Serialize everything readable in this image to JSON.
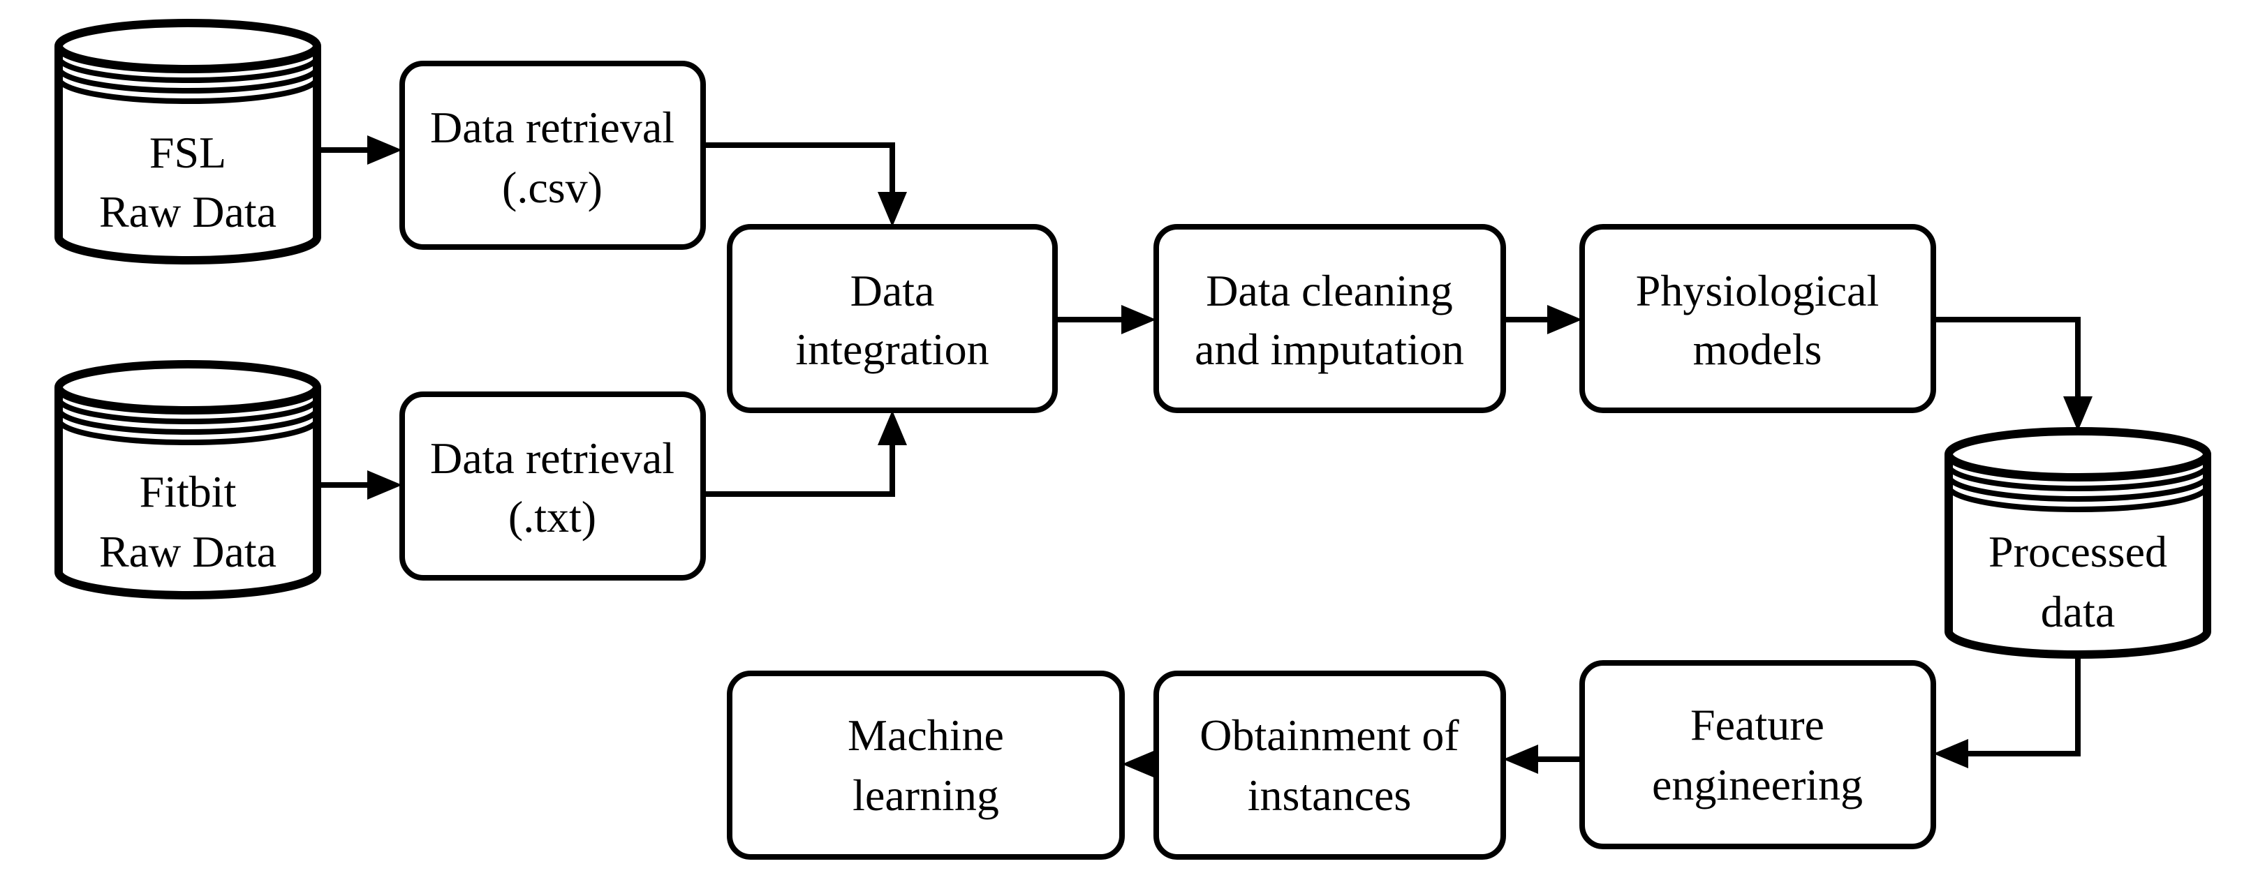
{
  "nodes": {
    "fsl_raw": {
      "line1": "FSL",
      "line2": "Raw Data"
    },
    "fitbit_raw": {
      "line1": "Fitbit",
      "line2": "Raw Data"
    },
    "retrieval_csv": {
      "line1": "Data retrieval",
      "line2": "(.csv)"
    },
    "retrieval_txt": {
      "line1": "Data retrieval",
      "line2": "(.txt)"
    },
    "integration": {
      "line1": "Data",
      "line2": "integration"
    },
    "cleaning": {
      "line1": "Data cleaning",
      "line2": "and imputation"
    },
    "physio": {
      "line1": "Physiological",
      "line2": "models"
    },
    "processed": {
      "line1": "Processed",
      "line2": "data"
    },
    "feature": {
      "line1": "Feature",
      "line2": "engineering"
    },
    "instances": {
      "line1": "Obtainment of",
      "line2": "instances"
    },
    "ml": {
      "line1": "Machine",
      "line2": "learning"
    }
  }
}
